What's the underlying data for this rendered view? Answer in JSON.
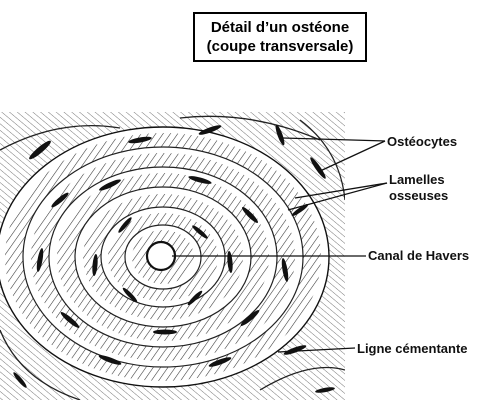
{
  "title": {
    "line1": "Détail d’un ostéone",
    "line2": "(coupe transversale)"
  },
  "labels": {
    "osteocytes": "Ostéocytes",
    "lamelles_line1": "Lamelles",
    "lamelles_line2": "osseuses",
    "canal": "Canal de Havers",
    "ligne": "Ligne cémentante"
  },
  "colors": {
    "ink": "#111111",
    "background": "#ffffff"
  }
}
